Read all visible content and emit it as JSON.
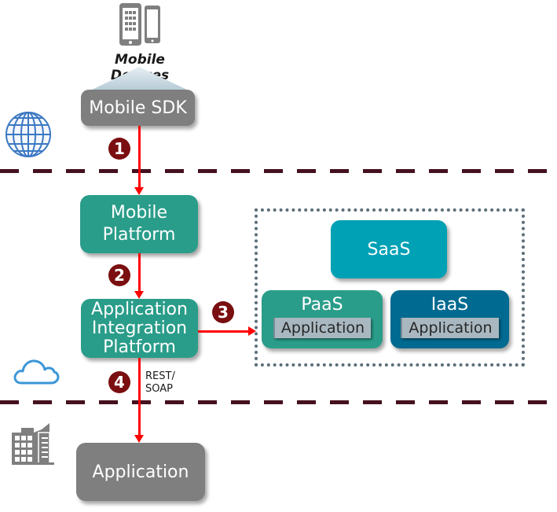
{
  "mobile_devices": {
    "label": "Mobile Devices"
  },
  "nodes": {
    "mobile_sdk": "Mobile SDK",
    "mobile_platform": [
      "Mobile",
      "Platform"
    ],
    "aip": [
      "Application",
      "Integration",
      "Platform"
    ],
    "application": "Application",
    "saas": "SaaS",
    "paas": {
      "title": "PaaS",
      "sub": "Application"
    },
    "iaas": {
      "title": "IaaS",
      "sub": "Application"
    }
  },
  "steps": [
    "1",
    "2",
    "3",
    "4"
  ],
  "rest_soap": [
    "REST/",
    "SOAP"
  ],
  "colors": {
    "gray": "#7f7f7f",
    "teal": "#2a9d8a",
    "cyan": "#00a1b5",
    "navy": "#006a90",
    "badge": "#7a0e10",
    "arrow": "#ff0000",
    "boundary": "#45111e"
  }
}
